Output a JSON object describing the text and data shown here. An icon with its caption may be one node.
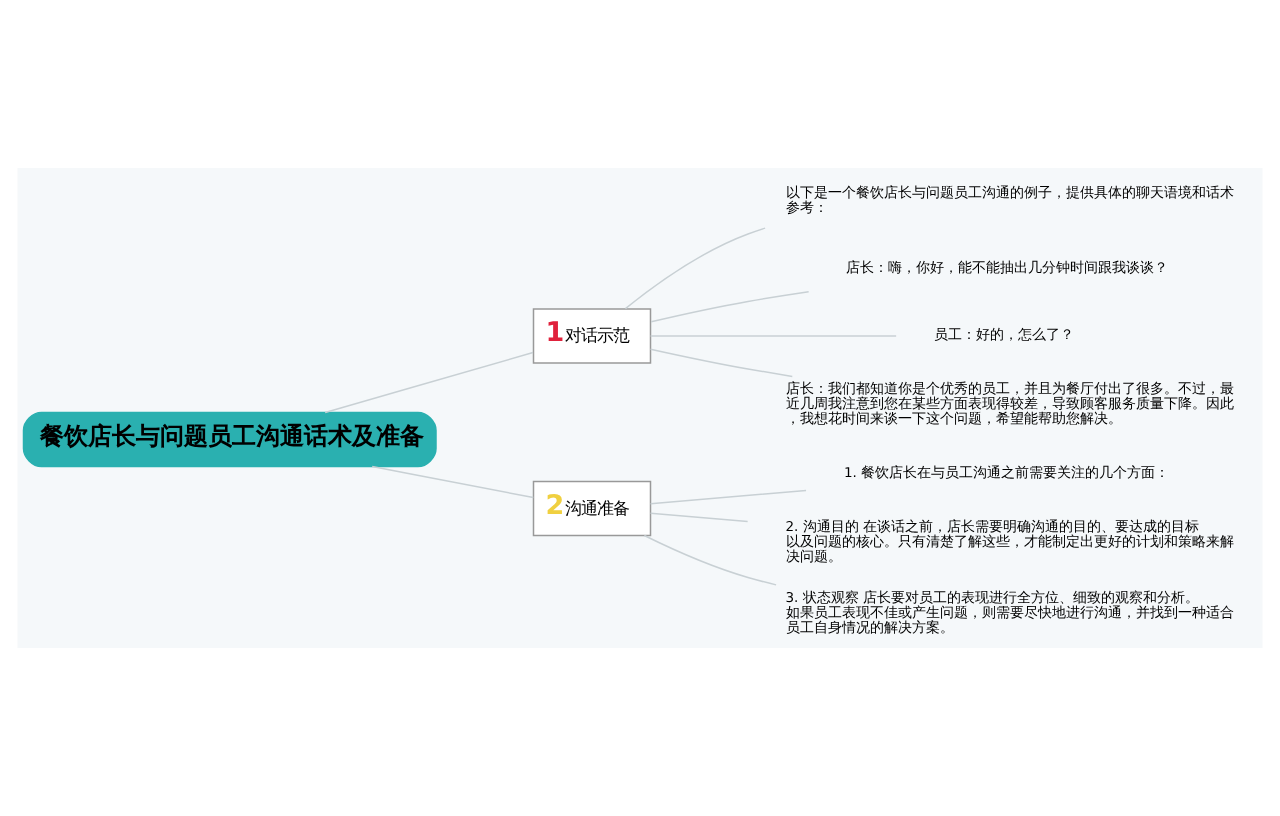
{
  "diagram": {
    "nodes": [
      {
        "text": [
          "餐饮店长与问题员工沟通话术及准备"
        ]
      },
      {
        "text": [
          "1",
          "对话示范"
        ]
      },
      {
        "text": [
          "以下是一个餐饮店长与问题员工沟通的例子，提供具体的聊天语境和话术参考："
        ]
      },
      {
        "text": [
          "店长：嗨，你好，能不能抽出几分钟时间跟我谈谈？"
        ]
      },
      {
        "text": [
          "员工：好的，怎么了？"
        ]
      },
      {
        "text": [
          "店长：我们都知道你是个优秀的员工，并且为餐厅付出了很多。不过，最近几周我注意到您在某些方面表现得较差，导致顾客服务质量下降。因此，我想花时间来谈一下这个问题，希望能帮助您解决。"
        ]
      },
      {
        "text": [
          "2",
          "沟通准备"
        ]
      },
      {
        "text": [
          "1. 餐饮店长在与员工沟通之前需要关注的几个方面："
        ]
      },
      {
        "text": [
          "2. 沟通目的 在谈话之前，店长需要明确沟通的目的、要达成的目标以及问题的核心。只有清楚了解这些，才能制定出更好的计划和策略来解决问题。"
        ]
      },
      {
        "text": [
          "3. 状态观察 店长要对员工的表现进行全方位、细致的观察和分析。如果员工表现不佳或产生问题，则需要尽快地进行沟通，并找到一种适合员工自身情况的解决方案。"
        ]
      }
    ],
    "edges": [
      {
        "from": 0,
        "to": 1,
        "arrow": "none"
      },
      {
        "from": 1,
        "to": 2,
        "arrow": "none"
      },
      {
        "from": 1,
        "to": 3,
        "arrow": "none"
      },
      {
        "from": 1,
        "to": 4,
        "arrow": "none"
      },
      {
        "from": 1,
        "to": 5,
        "arrow": "none"
      },
      {
        "from": 0,
        "to": 6,
        "arrow": "none"
      },
      {
        "from": 6,
        "to": 7,
        "arrow": "none"
      },
      {
        "from": 6,
        "to": 8,
        "arrow": "none"
      },
      {
        "from": 6,
        "to": 9,
        "arrow": "none"
      }
    ]
  }
}
